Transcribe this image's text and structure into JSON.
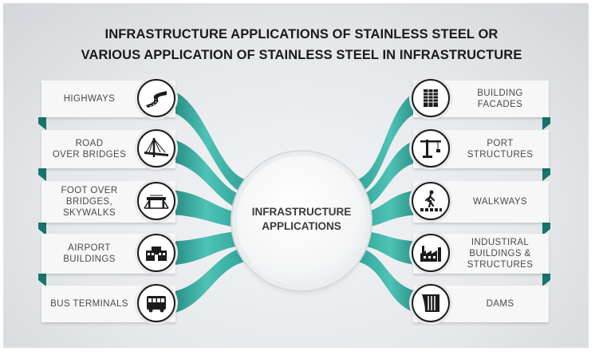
{
  "title": {
    "line1": "INFRASTRUCTURE APPLICATIONS OF STAINLESS STEEL OR",
    "line2": "VARIOUS APPLICATION OF STAINLESS STEEL IN INFRASTRUCTURE"
  },
  "center": {
    "label": "INFRASTRUCTURE\nAPPLICATIONS"
  },
  "left_items": [
    {
      "label": "HIGHWAYS",
      "icon": "highway-icon"
    },
    {
      "label": "ROAD\nOVER BRIDGES",
      "icon": "bridge-icon"
    },
    {
      "label": "FOOT OVER\nBRIDGES,\nSKYWALKS",
      "icon": "footbridge-icon"
    },
    {
      "label": "AIRPORT\nBUILDINGS",
      "icon": "airport-icon"
    },
    {
      "label": "BUS TERMINALS",
      "icon": "bus-icon"
    }
  ],
  "right_items": [
    {
      "label": "BUILDING\nFACADES",
      "icon": "building-icon"
    },
    {
      "label": "PORT\nSTRUCTURES",
      "icon": "crane-icon"
    },
    {
      "label": "WALKWAYS",
      "icon": "pedestrian-icon"
    },
    {
      "label": "INDUSTIRAL\nBUILDINGS &\nSTRUCTURES",
      "icon": "factory-icon"
    },
    {
      "label": "DAMS",
      "icon": "dam-icon"
    }
  ],
  "colors": {
    "ribbon": "#2a9d92",
    "ribbon_dark": "#17756d",
    "ribbon_light": "#4fc2b6"
  }
}
